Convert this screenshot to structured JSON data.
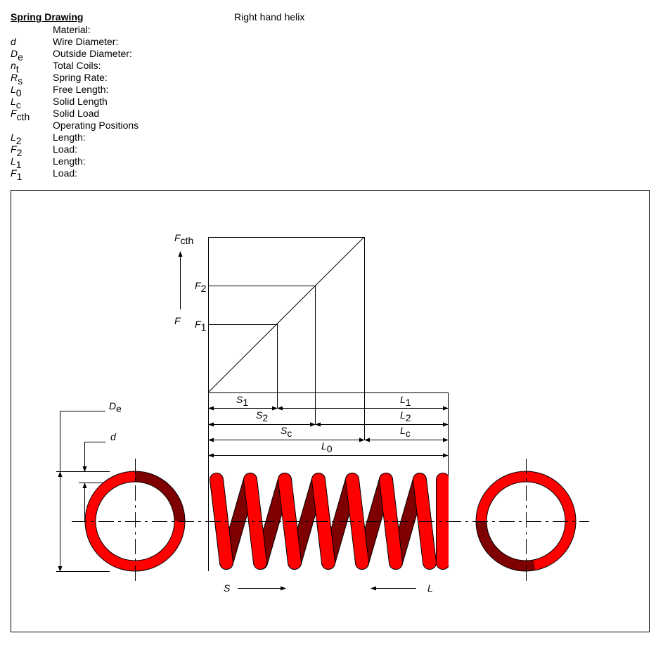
{
  "header": {
    "title": "Spring Drawing",
    "helix": "Right hand helix"
  },
  "parameters": [
    {
      "sym": "",
      "sub": "",
      "label": "Material:"
    },
    {
      "sym": "d",
      "sub": "",
      "label": "Wire Diameter:"
    },
    {
      "sym": "D",
      "sub": "e",
      "label": "Outside Diameter:"
    },
    {
      "sym": "n",
      "sub": "t",
      "label": "Total Coils:"
    },
    {
      "sym": "R",
      "sub": "s",
      "label": "Spring Rate:"
    },
    {
      "sym": "L",
      "sub": "0",
      "label": "Free Length:"
    },
    {
      "sym": "L",
      "sub": "c",
      "label": "Solid Length"
    },
    {
      "sym": "F",
      "sub": "cth",
      "label": "Solid Load"
    },
    {
      "sym": "",
      "sub": "",
      "label": "Operating Positions"
    },
    {
      "sym": "L",
      "sub": "2",
      "label": "Length:"
    },
    {
      "sym": "F",
      "sub": "2",
      "label": "Load:"
    },
    {
      "sym": "L",
      "sub": "1",
      "label": "Length:"
    },
    {
      "sym": "F",
      "sub": "1",
      "label": "Load:"
    }
  ],
  "diagram": {
    "Fcth": {
      "sym": "F",
      "sub": "cth"
    },
    "F": "F",
    "F2": {
      "sym": "F",
      "sub": "2"
    },
    "F1": {
      "sym": "F",
      "sub": "1"
    },
    "S1": {
      "sym": "S",
      "sub": "1"
    },
    "L1": {
      "sym": "L",
      "sub": "1"
    },
    "S2": {
      "sym": "S",
      "sub": "2"
    },
    "L2": {
      "sym": "L",
      "sub": "2"
    },
    "Sc": {
      "sym": "S",
      "sub": "c"
    },
    "Lc": {
      "sym": "L",
      "sub": "c"
    },
    "L0": {
      "sym": "L",
      "sub": "0"
    },
    "De": {
      "sym": "D",
      "sub": "e"
    },
    "d": "d",
    "S": "S",
    "L": "L"
  },
  "colors": {
    "wire": "#ff0000",
    "wire_back": "#7f0000"
  }
}
